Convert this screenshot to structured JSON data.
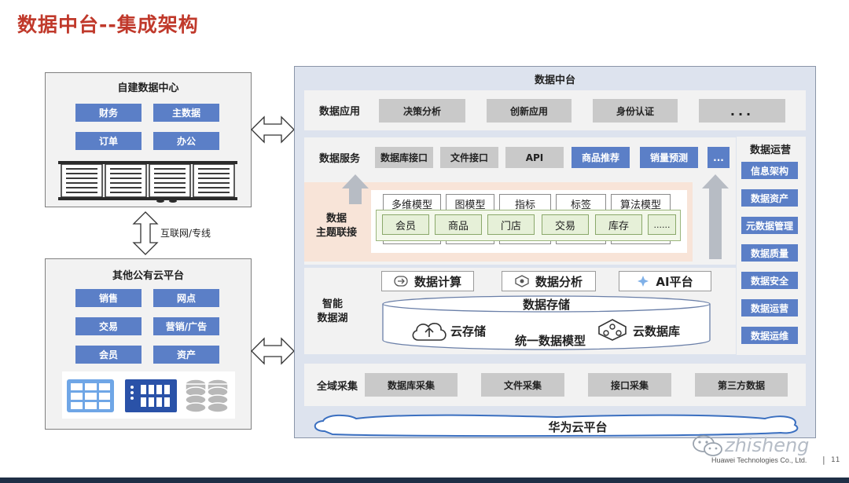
{
  "page": {
    "title": "数据中台--集成架构"
  },
  "left_top": {
    "title": "自建数据中心",
    "items": [
      "财务",
      "主数据",
      "订单",
      "办公"
    ]
  },
  "connector": {
    "label": "互联网/专线"
  },
  "left_bottom": {
    "title": "其他公有云平台",
    "items": [
      "销售",
      "网点",
      "交易",
      "营销/广告",
      "会员",
      "资产"
    ]
  },
  "platform": {
    "title": "数据中台",
    "apps": {
      "label": "数据应用",
      "items": [
        "决策分析",
        "创新应用",
        "身份认证",
        "..."
      ]
    },
    "services": {
      "label": "数据服务",
      "gray_items": [
        "数据库接口",
        "文件接口",
        "API"
      ],
      "blue_items": [
        "商品推荐",
        "销量预测",
        "..."
      ]
    },
    "topic": {
      "label_line1": "数据",
      "label_line2": "主题联接",
      "tabs": [
        "多维模型",
        "图模型",
        "指标",
        "标签",
        "算法模型"
      ],
      "entities": [
        "会员",
        "商品",
        "门店",
        "交易",
        "库存",
        "......"
      ]
    },
    "lake": {
      "label_line1": "智能",
      "label_line2": "数据湖",
      "tools": [
        "数据计算",
        "数据分析",
        "AI平台"
      ],
      "storage_title": "数据存储",
      "cloud_storage": "云存储",
      "cloud_db": "云数据库",
      "unified_model": "统一数据模型"
    },
    "collect": {
      "label": "全域采集",
      "items": [
        "数据库采集",
        "文件采集",
        "接口采集",
        "第三方数据"
      ]
    },
    "cloud_base": "华为云平台"
  },
  "ops": {
    "title": "数据运营",
    "items": [
      "信息架构",
      "数据资产",
      "元数据管理",
      "数据质量",
      "数据安全",
      "数据运营",
      "数据运维"
    ]
  },
  "footer": {
    "watermark": "zhisheng",
    "company": "Huawei Technologies Co., Ltd.",
    "separator": "|",
    "page_number": "11"
  },
  "colors": {
    "title_red": "#c0392b",
    "box_blue": "#5b7fc7",
    "box_gray": "#c9c9c9",
    "panel_blue": "#dde3ee"
  }
}
